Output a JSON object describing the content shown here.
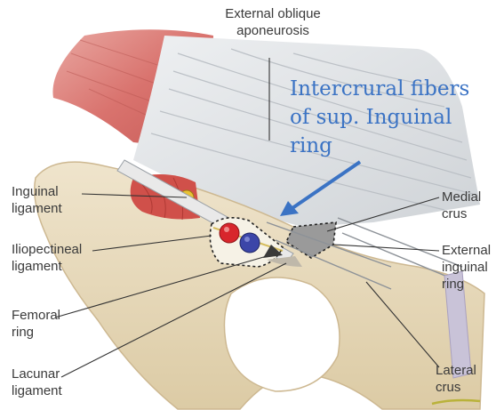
{
  "labels": {
    "external_oblique": [
      "External oblique",
      "aponeurosis"
    ],
    "inguinal_ligament": [
      "Inguinal",
      "ligament"
    ],
    "iliopectineal_ligament": [
      "Iliopectineal",
      "ligament"
    ],
    "femoral_ring": [
      "Femoral",
      "ring"
    ],
    "lacunar_ligament": [
      "Lacunar",
      "ligament"
    ],
    "medial_crus": [
      "Medial",
      "crus"
    ],
    "external_inguinal_ring": [
      "External",
      "inguinal",
      "ring"
    ],
    "lateral_crus": [
      "Lateral",
      "crus"
    ]
  },
  "callout": {
    "lines": [
      "Intercrural fibers",
      "of sup. Inguinal",
      "ring"
    ],
    "color": "#3b73c4"
  },
  "colors": {
    "muscle": "#d9736e",
    "bone": "#e9dcc0",
    "aponeurosis": "#dcdfe2",
    "artery": "#d8262c",
    "vein": "#3c46a8",
    "nerve": "#e8c235",
    "arrow": "#3b73c4",
    "underline": "#b9b23a"
  }
}
